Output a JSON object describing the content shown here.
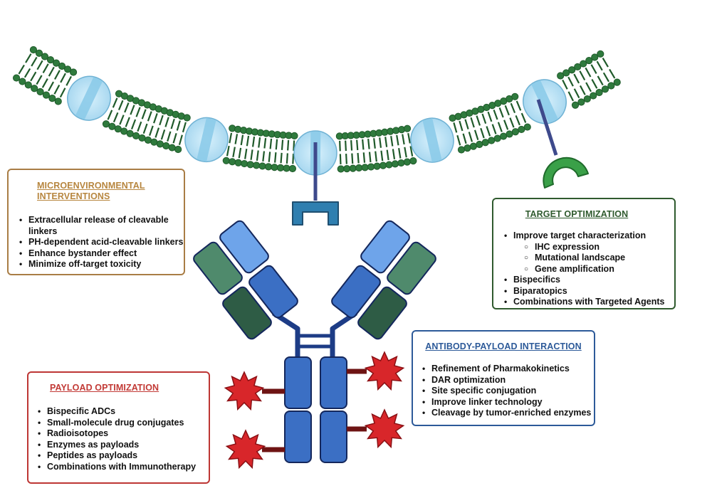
{
  "boxes": {
    "micro": {
      "title": "MICROENVIRONMENTAL INTERVENTIONS",
      "items": [
        "Extracellular release of cleavable linkers",
        "PH-dependent acid-cleavable linkers",
        "Enhance bystander effect",
        "Minimize off-target toxicity"
      ],
      "border_color": "#a97d45",
      "title_color": "#b7863f"
    },
    "target": {
      "title": "TARGET OPTIMIZATION",
      "items": [
        "Improve target characterization",
        "IHC expression",
        "Mutational landscape",
        "Gene amplification",
        "Bispecifics",
        "Biparatopics",
        "Combinations with Targeted Agents"
      ],
      "border_color": "#2f5a2e",
      "title_color": "#2f5a2e"
    },
    "antibody": {
      "title": "ANTIBODY-PAYLOAD INTERACTION",
      "items": [
        "Refinement of Pharmakokinetics",
        "DAR optimization",
        "Site specific conjugation",
        "Improve linker technology",
        "Cleavage by tumor-enriched enzymes"
      ],
      "border_color": "#2d5a99",
      "title_color": "#2d5a99"
    },
    "payload": {
      "title": "PAYLOAD OPTIMIZATION",
      "items": [
        "Bispecific ADCs",
        "Small-molecule drug conjugates",
        "Radioisotopes",
        "Enzymes as payloads",
        "Peptides as payloads",
        "Combinations with Immunotherapy"
      ],
      "border_color": "#bd3634",
      "title_color": "#c23a36"
    }
  },
  "colors": {
    "membrane_green": "#2f7a3d",
    "membrane_dark": "#1f5a2a",
    "channel_fill": "#b9e1f5",
    "antibody_blue": "#3b6fc4",
    "antibody_light": "#6ea4ea",
    "antibody_dark": "#1d3c86",
    "light_chain_green": "#4f8a6c",
    "light_chain_dark": "#2e5c45",
    "payload_red": "#d8262a",
    "linker_maroon": "#6e1414",
    "receptor_blue": "#2f7fb0",
    "receptor_green": "#3aa048",
    "stalk_purple": "#3e4a8c"
  }
}
